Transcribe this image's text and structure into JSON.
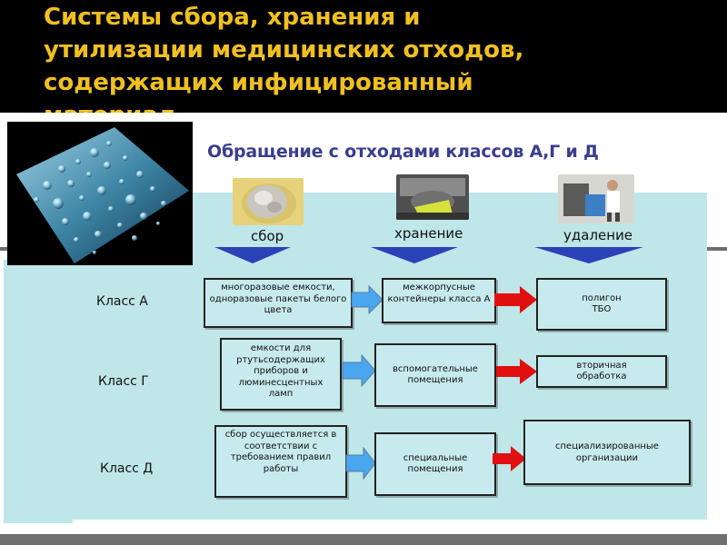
{
  "slide": {
    "title_lines": [
      "Системы сбора, хранения и",
      "утилизации медицинских отходов,",
      "содержащих инфицированный",
      "материал"
    ]
  },
  "diagram": {
    "heading": "Обращение с отходами классов А,Г и Д",
    "stages": [
      "сбор",
      "хранение",
      "удаление"
    ],
    "rows": [
      {
        "class_label": "Класс А",
        "collection": "многоразовые емкости, одноразовые пакеты белого цвета",
        "storage": "межкорпусные контейнеры класса А",
        "disposal": "полигон ТБО"
      },
      {
        "class_label": "Класс Г",
        "collection": "емкости для ртутьсодержащих приборов и люминесцентных ламп",
        "storage": "вспомогательные помещения",
        "disposal": "вторичная обработка"
      },
      {
        "class_label": "Класс Д",
        "collection": "сбор осуществляется в соответствии с требованием правил работы",
        "storage": "специальные помещения",
        "disposal": "специализированные организации"
      }
    ]
  },
  "colors": {
    "title": "#f0c020",
    "heading": "#3a3d8c",
    "box_fill": "#c7eaee",
    "panel_bg": "#bfe6e9",
    "blue_arrow": "#4aa6ee",
    "red_arrow": "#e01010",
    "down_arrow": "#2a42b8"
  }
}
